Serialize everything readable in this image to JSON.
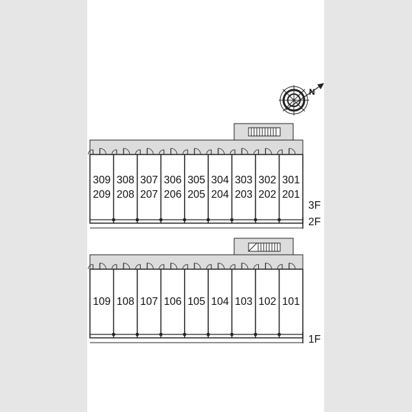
{
  "compass": {
    "icon": "north-arrow-icon",
    "letter": "N"
  },
  "upper_block": {
    "floor_labels": [
      "3F",
      "2F"
    ],
    "units": [
      {
        "top": "309",
        "bottom": "209"
      },
      {
        "top": "308",
        "bottom": "208"
      },
      {
        "top": "307",
        "bottom": "207"
      },
      {
        "top": "306",
        "bottom": "206"
      },
      {
        "top": "305",
        "bottom": "205"
      },
      {
        "top": "304",
        "bottom": "204"
      },
      {
        "top": "303",
        "bottom": "203"
      },
      {
        "top": "302",
        "bottom": "202"
      },
      {
        "top": "301",
        "bottom": "201"
      }
    ]
  },
  "lower_block": {
    "floor_labels": [
      "1F"
    ],
    "units": [
      {
        "label": "109"
      },
      {
        "label": "108"
      },
      {
        "label": "107"
      },
      {
        "label": "106"
      },
      {
        "label": "105"
      },
      {
        "label": "104"
      },
      {
        "label": "103"
      },
      {
        "label": "102"
      },
      {
        "label": "101"
      }
    ]
  },
  "colors": {
    "wall": "#222222",
    "corridor": "#dcdcdc",
    "background": "#e6e6e6",
    "sheet": "#ffffff"
  }
}
